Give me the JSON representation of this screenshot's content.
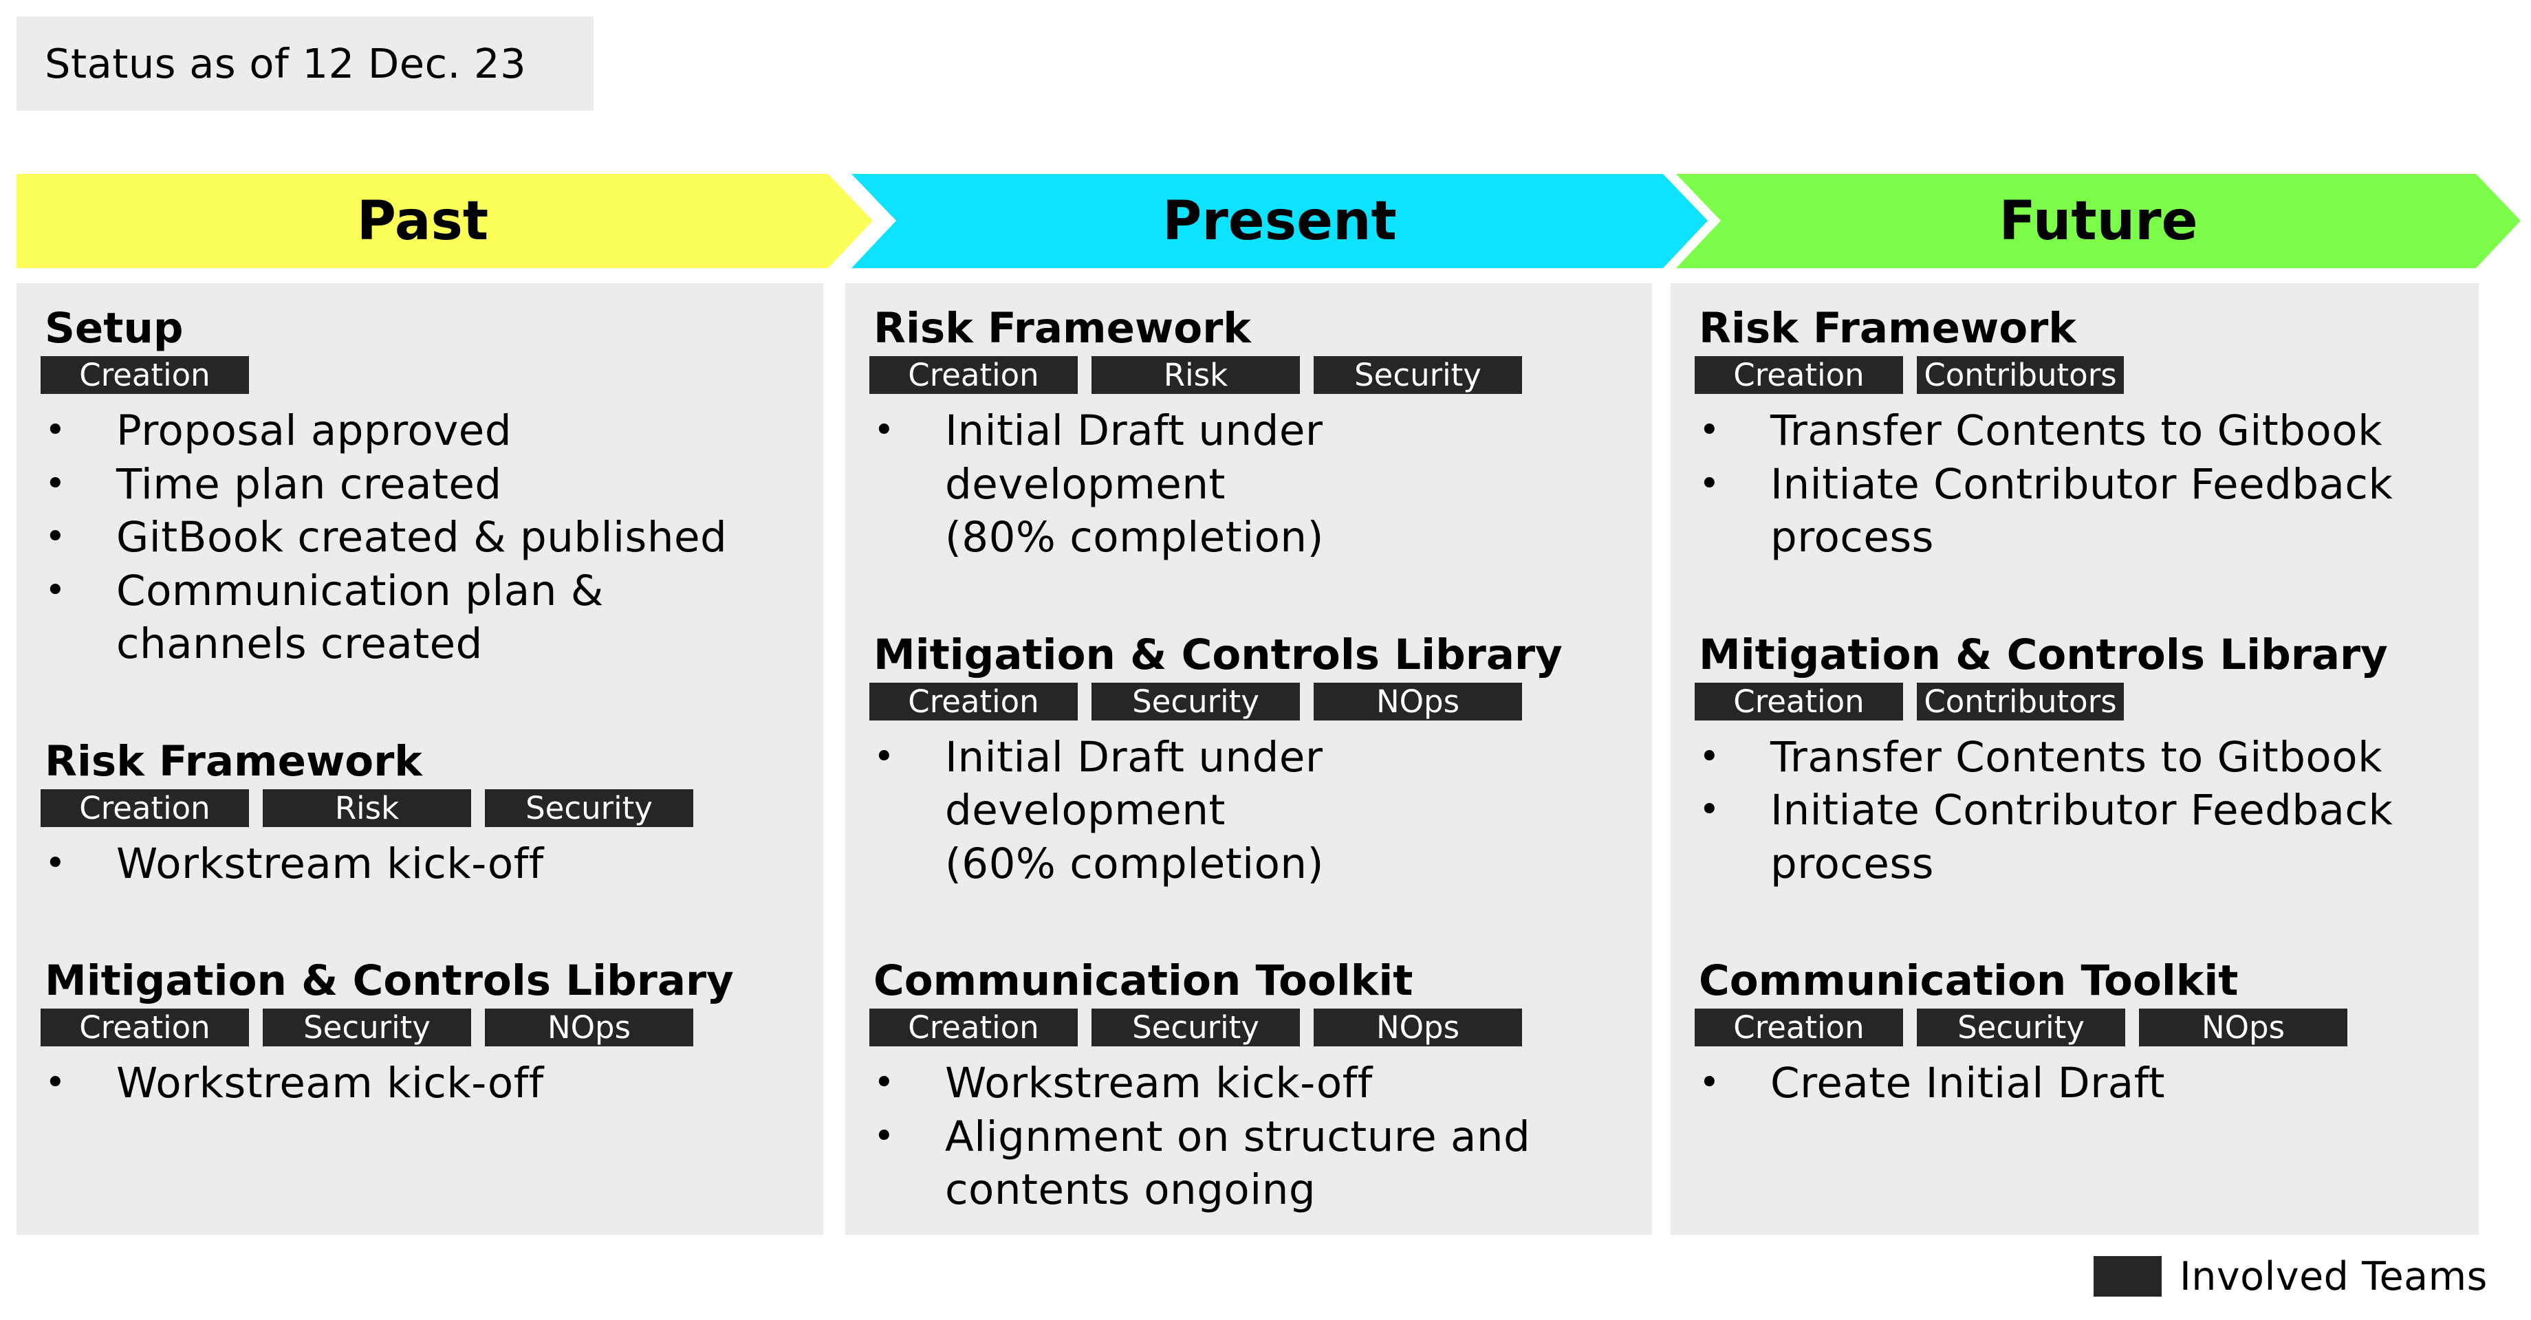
{
  "status": "Status as of 12 Dec. 23",
  "colors": {
    "past": "#fcff58",
    "present": "#0de2ff",
    "future": "#7cfd4a",
    "panel": "#ececec",
    "team_tag": "#262626"
  },
  "phases": [
    {
      "label": "Past",
      "sections": [
        {
          "title": "Setup",
          "teams": [
            "Creation"
          ],
          "items": [
            "Proposal approved",
            "Time plan created",
            "GitBook created & published",
            "Communication plan &",
            "channels created"
          ]
        },
        {
          "title": "Risk Framework",
          "teams": [
            "Creation",
            "Risk",
            "Security"
          ],
          "items": [
            "Workstream kick-off"
          ]
        },
        {
          "title": "Mitigation & Controls Library",
          "teams": [
            "Creation",
            "Security",
            "NOps"
          ],
          "items": [
            "Workstream kick-off"
          ]
        }
      ]
    },
    {
      "label": "Present",
      "sections": [
        {
          "title": "Risk Framework",
          "teams": [
            "Creation",
            "Risk",
            "Security"
          ],
          "items": [
            "Initial Draft under",
            "development",
            "(80% completion)"
          ]
        },
        {
          "title": "Mitigation & Controls Library",
          "teams": [
            "Creation",
            "Security",
            "NOps"
          ],
          "items": [
            "Initial Draft under",
            "development",
            "(60% completion)"
          ]
        },
        {
          "title": "Communication Toolkit",
          "teams": [
            "Creation",
            "Security",
            "NOps"
          ],
          "items": [
            "Workstream kick-off",
            "Alignment on structure and",
            "contents ongoing"
          ]
        }
      ]
    },
    {
      "label": "Future",
      "sections": [
        {
          "title": "Risk Framework",
          "teams": [
            "Creation",
            "Contributors"
          ],
          "items": [
            "Transfer Contents to Gitbook",
            "Initiate Contributor Feedback",
            "process"
          ]
        },
        {
          "title": "Mitigation & Controls Library",
          "teams": [
            "Creation",
            "Contributors"
          ],
          "items": [
            "Transfer Contents to Gitbook",
            "Initiate Contributor Feedback",
            "process"
          ]
        },
        {
          "title": "Communication Toolkit",
          "teams": [
            "Creation",
            "Security",
            "NOps"
          ],
          "items": [
            "Create Initial Draft"
          ]
        }
      ]
    }
  ],
  "legend": "Involved Teams"
}
